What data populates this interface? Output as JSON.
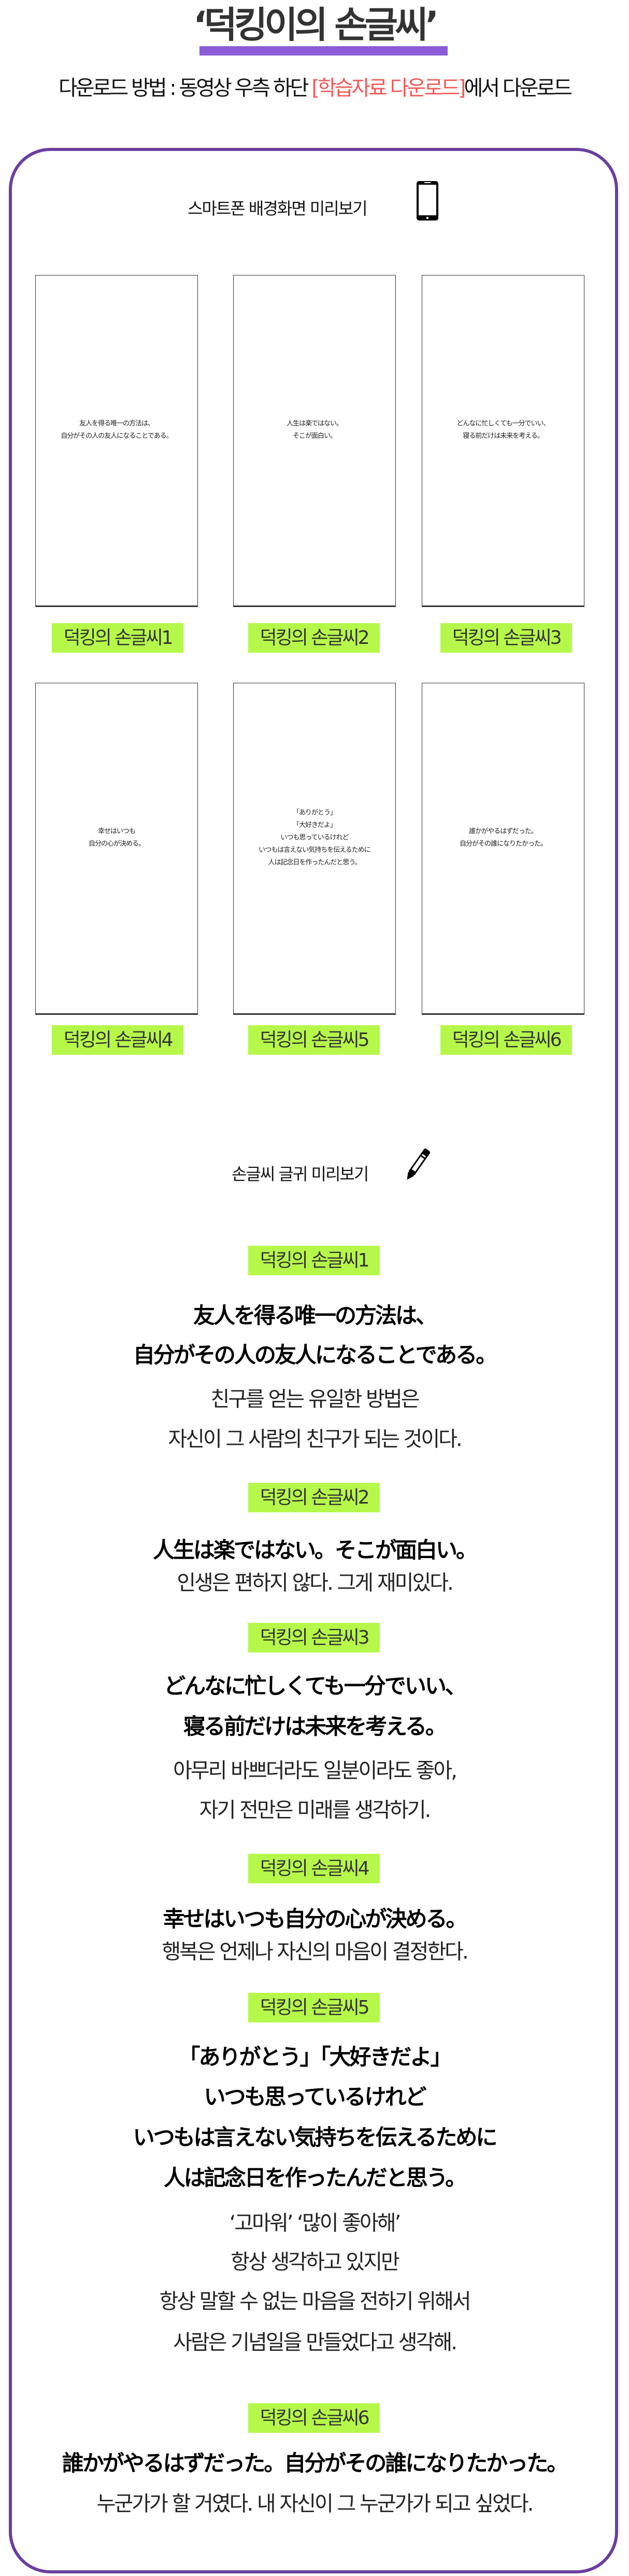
{
  "header": {
    "title": "‘덕킹이의 손글씨’",
    "download_prefix": "다운로드 방법 : 동영상 우측 하단 ",
    "download_highlight": "[학습자료 다운로드]",
    "download_suffix": "에서 다운로드",
    "accent_color": "#8b5cd6",
    "highlight_color": "#f25a5a"
  },
  "wallpaper_section": {
    "heading": "스마트폰 배경화면 미리보기",
    "icon": "smartphone-icon",
    "cards": [
      {
        "label": "덕킹의 손글씨1",
        "lines": [
          "友人を得る唯一の方法は、",
          "自分がその人の友人になることである。"
        ]
      },
      {
        "label": "덕킹의 손글씨2",
        "lines": [
          "人生は楽ではない。",
          "そこが面白い。"
        ]
      },
      {
        "label": "덕킹의 손글씨3",
        "lines": [
          "どんなに忙しくても一分でいい、",
          "寝る前だけは未来を考える。"
        ]
      },
      {
        "label": "덕킹의 손글씨4",
        "lines": [
          "幸せはいつも",
          "自分の心が決める。"
        ]
      },
      {
        "label": "덕킹의 손글씨5",
        "lines": [
          "「ありがとう」",
          "「大好きだよ」",
          "いつも思っているけれど",
          "いつもは言えない気持ちを伝えるために",
          "人は記念日を作ったんだと思う。"
        ]
      },
      {
        "label": "덕킹의 손글씨6",
        "lines": [
          "誰かがやるはずだった。",
          "自分がその誰になりたかった。"
        ]
      }
    ],
    "label_color": "#b6f84a"
  },
  "font_section": {
    "heading": "손글씨 글귀 미리보기",
    "icon": "pencil-icon",
    "items": [
      {
        "label": "덕킹의 손글씨1",
        "jp": [
          "友人を得る唯一の方法は、",
          "自分がその人の友人になることである。"
        ],
        "kr": [
          "친구를 얻는 유일한 방법은",
          "자신이 그 사람의 친구가 되는 것이다."
        ]
      },
      {
        "label": "덕킹의 손글씨2",
        "jp": [
          "人生は楽ではない。そこが面白い。"
        ],
        "kr": [
          "인생은 편하지 않다. 그게 재미있다."
        ]
      },
      {
        "label": "덕킹의 손글씨3",
        "jp": [
          "どんなに忙しくても一分でいい、",
          "寝る前だけは未来を考える。"
        ],
        "kr": [
          "아무리 바쁘더라도 일분이라도 좋아,",
          "자기 전만은 미래를 생각하기."
        ]
      },
      {
        "label": "덕킹의 손글씨4",
        "jp": [
          "幸せはいつも自分の心が決める。"
        ],
        "kr": [
          "행복은 언제나 자신의 마음이 결정한다."
        ]
      },
      {
        "label": "덕킹의 손글씨5",
        "jp": [
          "「ありがとう」「大好きだよ」",
          "いつも思っているけれど",
          "いつもは言えない気持ちを伝えるために",
          "人は記念日を作ったんだと思う。"
        ],
        "kr": [
          "‘고마워’ ‘많이 좋아해’",
          "항상 생각하고 있지만",
          "항상 말할 수 없는 마음을 전하기 위해서",
          "사람은 기념일을 만들었다고 생각해."
        ]
      },
      {
        "label": "덕킹의 손글씨6",
        "jp": [
          "誰かがやるはずだった。自分がその誰になりたかった。"
        ],
        "kr": [
          "누군가가 할 거였다. 내 자신이 그 누군가가 되고 싶었다."
        ]
      }
    ]
  }
}
